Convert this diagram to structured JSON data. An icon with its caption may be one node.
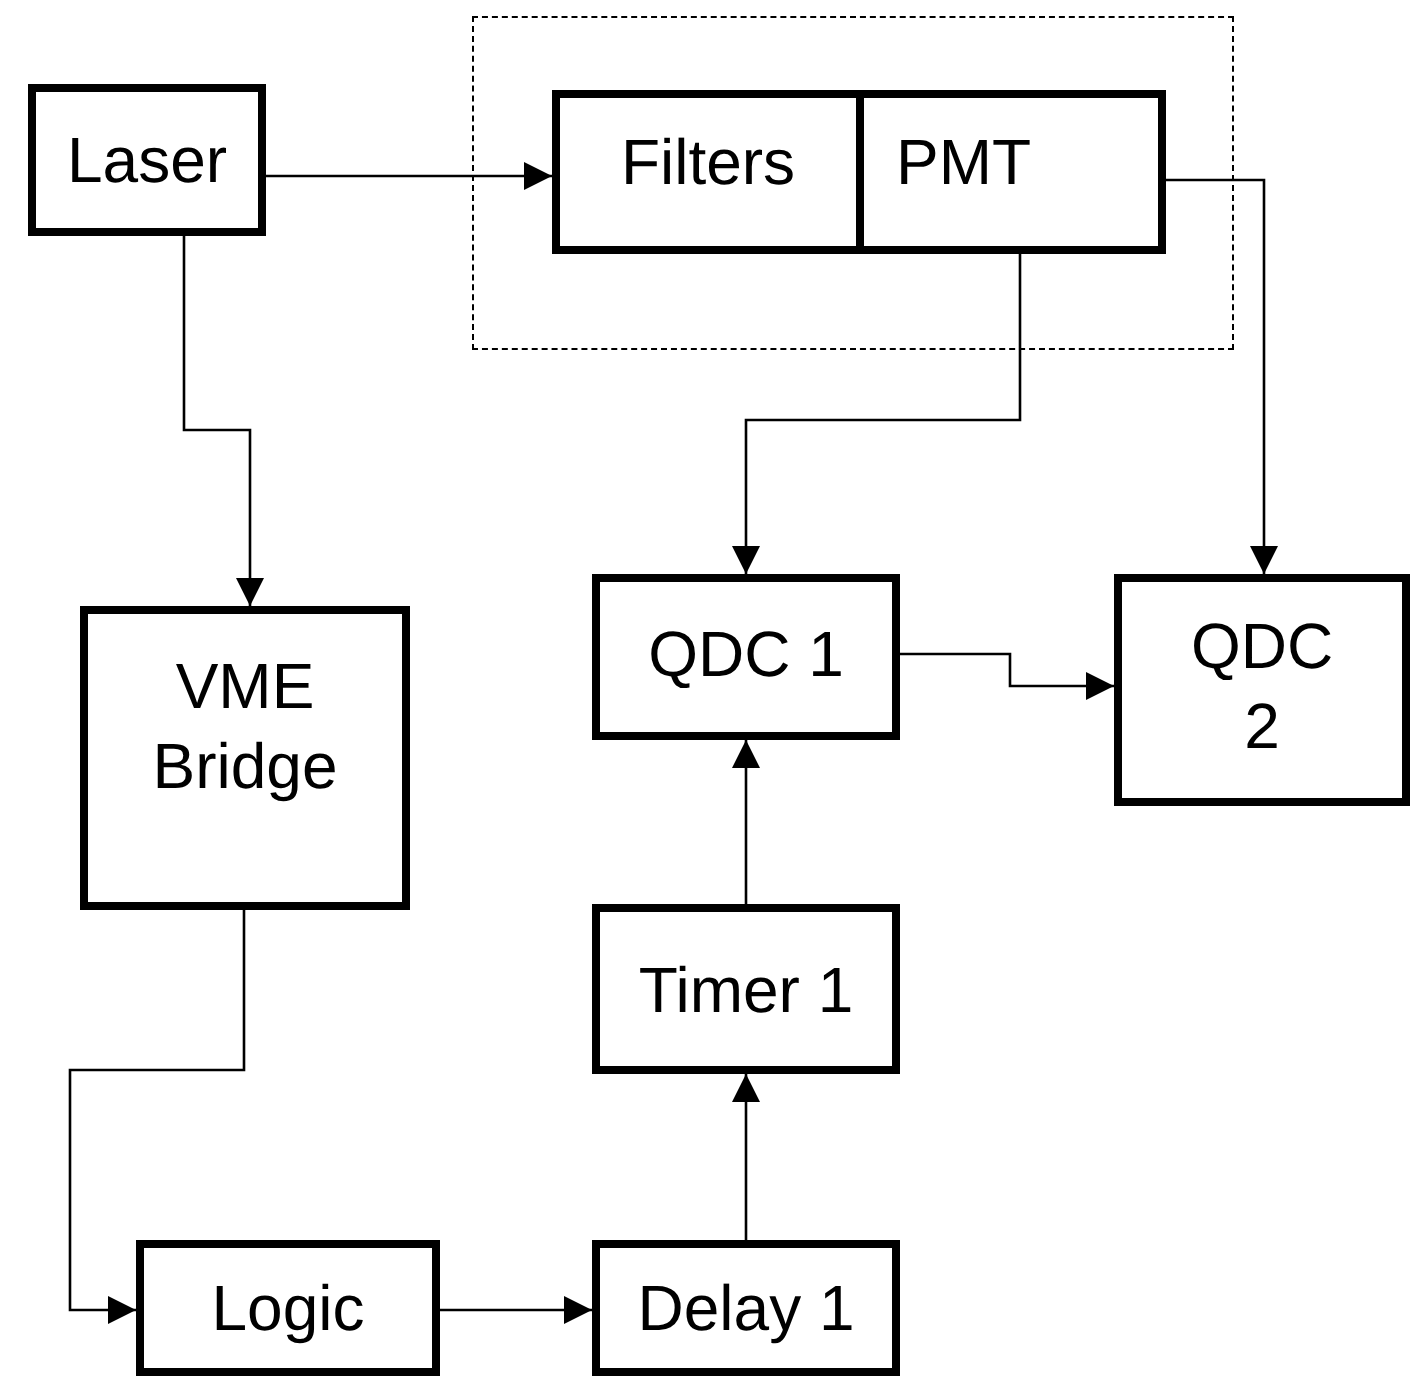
{
  "diagram": {
    "nodes": [
      {
        "text": [],
        "shape": "box"
      },
      {
        "text": [
          "Laser"
        ]
      },
      {
        "text": [
          "Filters"
        ],
        "in": 0
      },
      {
        "text": [
          "PMT"
        ],
        "in": 0
      },
      {
        "text": [
          "VME Bridge"
        ]
      },
      {
        "text": [
          "QDC 1"
        ]
      },
      {
        "text": [
          "QDC 2"
        ]
      },
      {
        "text": [
          "Timer 1"
        ]
      },
      {
        "text": [
          "Logic"
        ]
      },
      {
        "text": [
          "Delay 1"
        ]
      }
    ],
    "edges": [
      {
        "from": 1,
        "to": 2,
        "arrow": "to"
      },
      {
        "from": 1,
        "to": 4,
        "arrow": "to"
      },
      {
        "from": 3,
        "to": 5,
        "arrow": "to"
      },
      {
        "from": 3,
        "to": 6,
        "arrow": "to"
      },
      {
        "from": 5,
        "to": 6,
        "arrow": "to"
      },
      {
        "from": 4,
        "to": 8,
        "arrow": "to"
      },
      {
        "from": 8,
        "to": 9,
        "arrow": "to"
      },
      {
        "from": 9,
        "to": 7,
        "arrow": "to"
      },
      {
        "from": 7,
        "to": 5,
        "arrow": "to"
      }
    ]
  }
}
